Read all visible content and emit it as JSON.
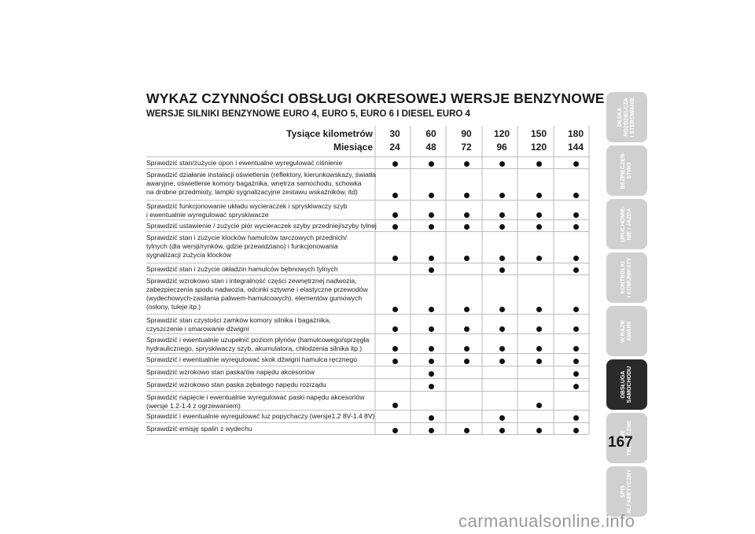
{
  "title": "WYKAZ CZYNNOŚCI OBSŁUGI OKRESOWEJ WERSJE BENZYNOWE",
  "subtitle": "WERSJE SILNIKI BENZYNOWE EURO 4, EURO 5, EURO 6 I DIESEL EURO 4",
  "header": {
    "km_label": "Tysiące kilometrów",
    "months_label": "Miesiące",
    "km": [
      "30",
      "60",
      "90",
      "120",
      "150",
      "180"
    ],
    "months": [
      "24",
      "48",
      "72",
      "96",
      "120",
      "144"
    ]
  },
  "rows": [
    {
      "text": "Sprawdzić stan/zużycie opon i ewentualne wyregulować ciśnienie",
      "marks": [
        1,
        1,
        1,
        1,
        1,
        1
      ]
    },
    {
      "text": "Sprawdzić działanie instalacji oświetlenia (reflektory, kierunkowskazy, światła\nawaryjne, oświetlenie komory bagażnika, wnętrza samochodu, schowka\nna drobne przedmioty, lampki sygnalizacyjne zestawu wskaźników, itd)",
      "marks": [
        1,
        1,
        1,
        1,
        1,
        1
      ]
    },
    {
      "text": "Sprawdzić funkcjonowanie układu wycieraczek i spryskiwaczy szyb\ni ewentualnie wyregulować spryskiwacze",
      "marks": [
        1,
        1,
        1,
        1,
        1,
        1
      ]
    },
    {
      "text": "Sprawdzić ustawienie / zużycie piór wycieraczek szyby przedniej/szyby tylnej",
      "marks": [
        1,
        1,
        1,
        1,
        1,
        1
      ]
    },
    {
      "text": "Sprawdzić stan i zużycie klocków hamulców tarczowych przednich/\ntylnych (dla wersji/rynków, gdzie przewidziano) i funkcjonowania\nsygnalizacji zużycia klocków",
      "marks": [
        1,
        1,
        1,
        1,
        1,
        1
      ]
    },
    {
      "text": "Sprawdzić stan i zużycie okładzin hamulców bębnowych tylnych",
      "marks": [
        0,
        1,
        0,
        1,
        0,
        1
      ]
    },
    {
      "text": "Sprawdzić wzrokowo stan i integralność części zewnętrznej nadwozia,\nzabezpieczenia spodu nadwozia, odcinki sztywne i elastyczne przewodów\n(wydechowych-zasilania paliwem-hamulcowych), elementów gumowych\n(osłony, tuleje itp.)",
      "marks": [
        1,
        1,
        1,
        1,
        1,
        1
      ]
    },
    {
      "text": "Sprawdzić stan czystości zamków komory silnika i bagażnika,\nczyszczenie i smarowanie dźwigni",
      "marks": [
        1,
        1,
        1,
        1,
        1,
        1
      ]
    },
    {
      "text": "Sprawdzić i ewentualnie uzupełnić poziom płynów (hamulcowego/sprzęgła\nhydraulicznego, spryskiwaczy szyb, akumulatora, chłodzenia silnika itp.)",
      "marks": [
        1,
        1,
        1,
        1,
        1,
        1
      ]
    },
    {
      "text": "Sprawdzić i ewentualnie wyregulować skok dźwigni hamulca ręcznego",
      "marks": [
        1,
        1,
        1,
        1,
        1,
        1
      ]
    },
    {
      "text": "Sprawdzić wzrokowo stan paska/ów napędu akcesoriów",
      "marks": [
        0,
        1,
        0,
        0,
        0,
        1
      ]
    },
    {
      "text": "Sprawdzić wzrokowo stan paska zębatego napędu rozrządu",
      "marks": [
        0,
        1,
        0,
        0,
        0,
        1
      ]
    },
    {
      "text": "Sprawdzić napięcie i ewentualnie wyregulować paski napędu akcesoriów\n(wersje 1.2-1.4 z ogrzewaniem)",
      "marks": [
        1,
        0,
        0,
        0,
        1,
        0
      ]
    },
    {
      "text": "Sprawdzić i ewentualnie wyregulować luz popychaczy (wersje1.2 8V-1.4 8V)",
      "marks": [
        0,
        1,
        0,
        1,
        0,
        1
      ]
    },
    {
      "text": "Sprawdzić emisję spalin z wydechu",
      "marks": [
        1,
        1,
        1,
        1,
        1,
        1
      ]
    }
  ],
  "side_tabs": [
    "DESKA\nROZDZIELCZA\nI STEROWANIE",
    "BEZPIECZEŃ-\nSTWO",
    "URUCHOMIE-\nNIE I JAZDA",
    "KONTROLKI\nI KOMUNIKATY",
    "W RAZIE\nAWARII",
    "OBSŁUGA\nSAMOCHODU",
    "DANE\nTECHNICZNE",
    "SPIS\nALFABETYCZNY"
  ],
  "active_tab": 5,
  "page_number": "167",
  "watermark": "carmanualsonline.info"
}
